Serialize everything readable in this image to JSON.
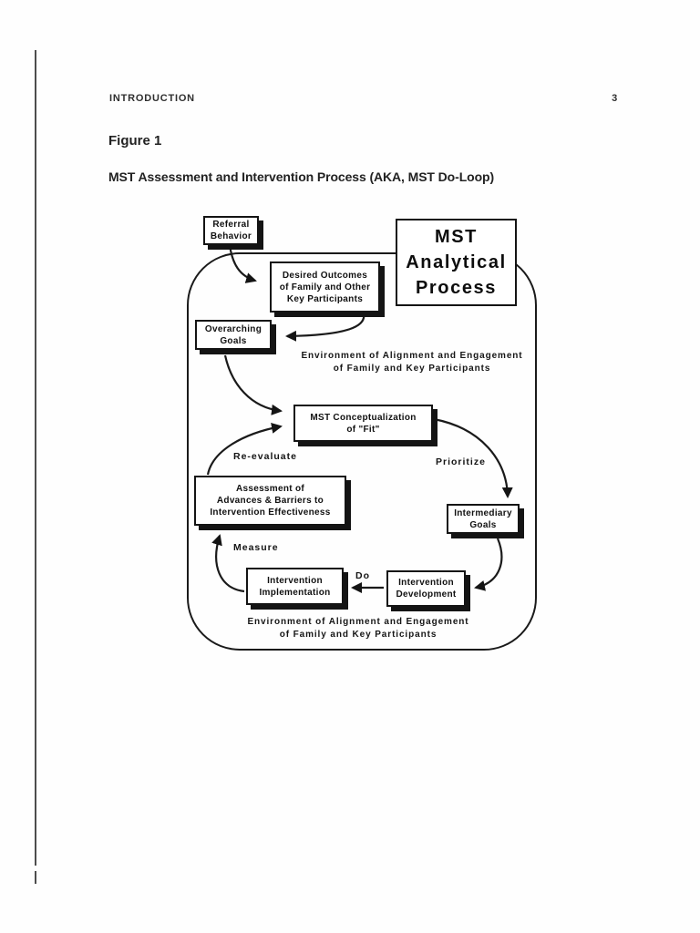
{
  "page": {
    "running_header": "INTRODUCTION",
    "page_number": "3",
    "figure_label": "Figure 1",
    "figure_title": "MST Assessment and Intervention Process (AKA, MST Do-Loop)"
  },
  "diagram": {
    "analytical_process_label": "MST\nAnalytical\nProcess",
    "environment_top": "Environment of Alignment and Engagement\nof Family and Key Participants",
    "environment_bottom": "Environment of Alignment and Engagement\nof Family and Key Participants",
    "boxes": {
      "referral_behavior": "Referral\nBehavior",
      "desired_outcomes": "Desired Outcomes\nof Family and Other\nKey Participants",
      "overarching_goals": "Overarching\nGoals",
      "mst_conceptualization": "MST Conceptualization\nof \"Fit\"",
      "assessment": "Assessment of\nAdvances & Barriers to\nIntervention Effectiveness",
      "intermediary_goals": "Intermediary\nGoals",
      "intervention_implementation": "Intervention\nImplementation",
      "intervention_development": "Intervention\nDevelopment"
    },
    "arrow_labels": {
      "re_evaluate": "Re-evaluate",
      "prioritize": "Prioritize",
      "measure": "Measure",
      "do": "Do"
    },
    "colors": {
      "ink": "#1c1c1c",
      "paper": "#ffffff"
    }
  }
}
